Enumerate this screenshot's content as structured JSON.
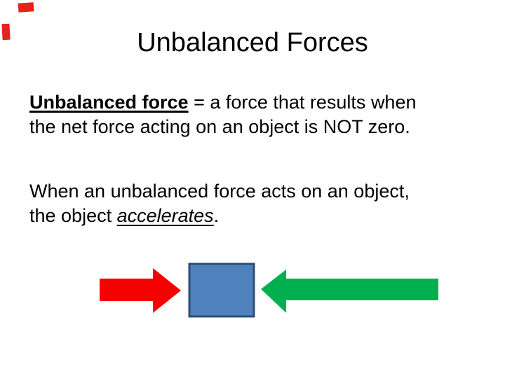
{
  "title": "Unbalanced Forces",
  "paragraph1": {
    "term": "Unbalanced force",
    "rest": " = a force that results when",
    "line2": "the net force acting on an object is NOT zero."
  },
  "paragraph2": {
    "line1": "When an unbalanced force acts on an object,",
    "line2_pre": "the object ",
    "line2_term": "accelerates",
    "line2_post": "."
  },
  "diagram": {
    "red_arrow_color": "#f60000",
    "block_fill": "#4f81bd",
    "block_border": "#2c4d75",
    "green_arrow_color": "#00b050"
  },
  "decor": {
    "corner_mark_color": "#e4231f"
  }
}
